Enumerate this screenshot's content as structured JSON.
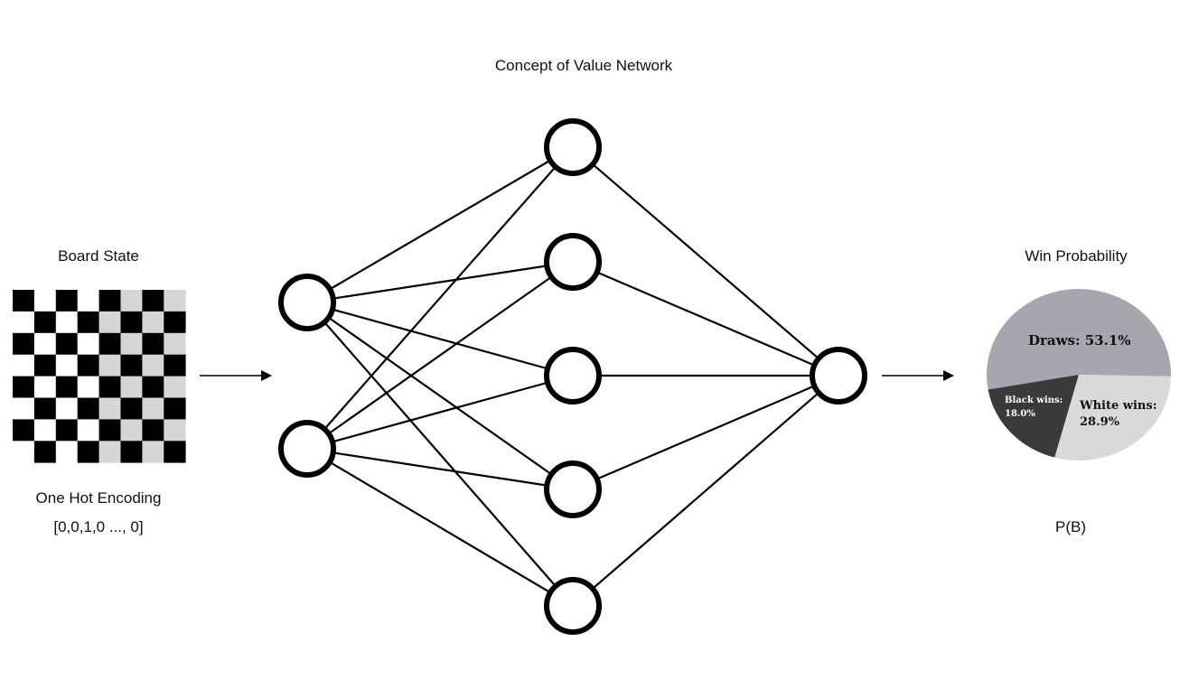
{
  "title": "Concept of Value Network",
  "board": {
    "heading": "Board State",
    "encoding_label": "One Hot Encoding",
    "encoding_value": "[0,0,1,0 ..., 0]"
  },
  "output": {
    "heading": "Win Probability",
    "formula": "P(B)"
  },
  "network": {
    "layers": [
      2,
      5,
      1
    ]
  },
  "chart_data": {
    "type": "pie",
    "slices": [
      {
        "label": "Draws:",
        "value_text": "53.1%",
        "value": 53.1,
        "color": "#a6a6ae"
      },
      {
        "label": "White wins:",
        "value_text": "28.9%",
        "value": 28.9,
        "color": "#d9d9d9"
      },
      {
        "label": "Black wins:",
        "value_text": "18.0%",
        "value": 18.0,
        "color": "#3a3a3a"
      }
    ]
  }
}
